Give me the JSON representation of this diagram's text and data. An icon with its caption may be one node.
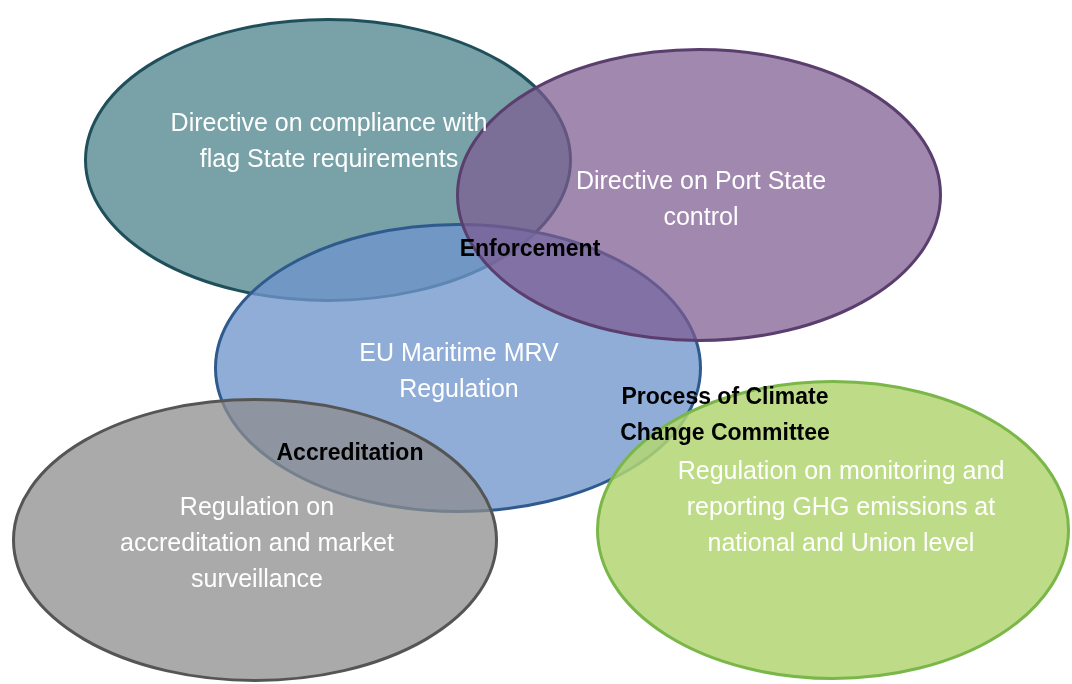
{
  "diagram": {
    "nodes": [
      {
        "text": [
          "Directive on compliance with flag State requirements"
        ]
      },
      {
        "text": [
          "Directive on Port State control"
        ]
      },
      {
        "text": [
          "EU Maritime MRV Regulation"
        ]
      },
      {
        "text": [
          "Regulation on accreditation and market surveillance"
        ]
      },
      {
        "text": [
          "Regulation on monitoring and reporting GHG emissions at national and Union level"
        ]
      }
    ],
    "labels": [
      "Enforcement",
      "Process of Climate Change Committee",
      "Accreditation"
    ]
  }
}
